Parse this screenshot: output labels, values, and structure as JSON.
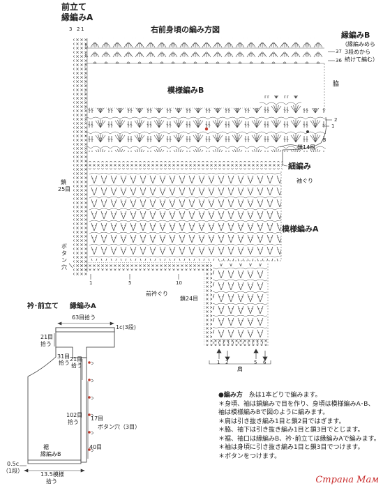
{
  "diagram": {
    "title": "右前身頃の編み方図",
    "front_band": {
      "label1": "前立て",
      "label2": "縁編みA",
      "counts": [
        "3",
        "2",
        "1"
      ]
    },
    "border_b": {
      "label": "縁編みB",
      "note1": "（縁編みめら",
      "note2": "3段めから",
      "note3": "続けて編む）",
      "rows": [
        "37",
        "36"
      ]
    },
    "pattern_b": {
      "label": "模様編みB"
    },
    "side": {
      "label": "脇"
    },
    "right_rows": [
      "2",
      "1",
      "3"
    ],
    "chain14": "鎖14目",
    "narrow": {
      "label": "細編み"
    },
    "armhole": {
      "label": "袖ぐり"
    },
    "pattern_a": {
      "label": "模様編みA"
    },
    "chain25": {
      "line1": "鎖",
      "line2": "25目"
    },
    "button_hole": {
      "chars": [
        "ボ",
        "タ",
        "ン",
        "穴"
      ]
    },
    "bottom_numbers": [
      "1",
      "5",
      "10"
    ],
    "neckline": {
      "label": "前衿ぐり"
    },
    "chain24": "鎖24目",
    "shoulder": {
      "label": "肩",
      "numbers": [
        "1",
        "2",
        "5",
        "6"
      ]
    }
  },
  "mini": {
    "title_a": "衿･前立て",
    "title_b": "縁編みA",
    "pick63": "63目拾う",
    "c1": "1c(3段)",
    "pick21a": {
      "l1": "21目",
      "l2": "拾う"
    },
    "pick31": {
      "l1": "31目",
      "l2": "拾う"
    },
    "pick21b": {
      "l1": "21目",
      "l2": "拾う"
    },
    "pick102": {
      "l1": "102目",
      "l2": "拾う"
    },
    "num17": "17目",
    "buttonhole3": "ボタン穴（3目）",
    "hem": {
      "l1": "裾",
      "l2": "縁編みB"
    },
    "num40": "40目",
    "c05": {
      "l1": "0.5c",
      "l2": "（1段）"
    },
    "pattern135": "13.5模様",
    "pick135": "拾う"
  },
  "notes": {
    "heading": "●編み方",
    "heading_note": "糸は1本どりで編みます。",
    "lines": [
      "＊身頃、袖は鎖編みで目を作り、身頃は模様編みA･B、",
      "袖は模様編みBで図のように編みます。",
      "＊肩は引き抜き編み1目と鎖2目ではぎます。",
      "＊脇、袖下は引き抜き編み1目と鎖3目でとじます。",
      "＊裾、袖口は縁編みB、衿･前立ては縁編みAで編みます。",
      "＊袖は身頃に引き抜き編み1目と鎖3目でつけます。",
      "＊ボタンをつけます。"
    ]
  },
  "watermark": "Страна Мам",
  "colors": {
    "ink": "#2a2a2a",
    "grid": "#555555",
    "marker": "#c0392b"
  }
}
